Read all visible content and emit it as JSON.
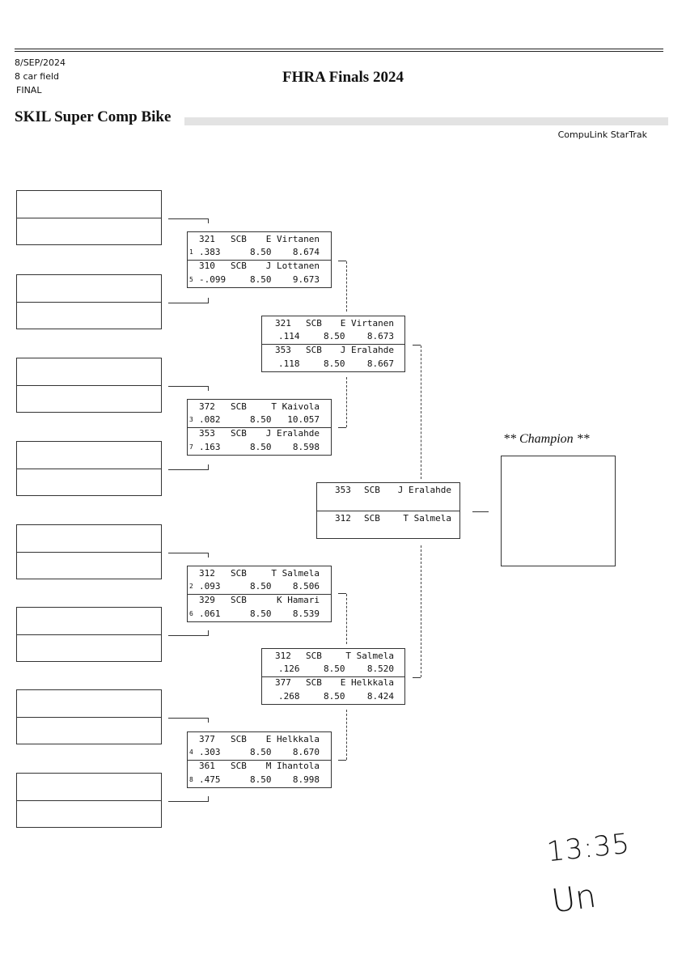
{
  "header": {
    "date": "8/SEP/2024",
    "field": "8 car field",
    "session": "FINAL",
    "event_title": "FHRA Finals 2024",
    "class_name": "SKIL Super Comp Bike",
    "system": "CompuLink StarTrak"
  },
  "bracket": {
    "round1": [
      {
        "top": {
          "number": "321",
          "class": "SCB",
          "name": "E Virtanen",
          "lane": "1",
          "reaction": ".383",
          "dial": "8.50",
          "et": "8.674"
        },
        "bottom": {
          "number": "310",
          "class": "SCB",
          "name": "J Lottanen",
          "lane": "5",
          "reaction": "-.099",
          "dial": "8.50",
          "et": "9.673"
        }
      },
      {
        "top": {
          "number": "372",
          "class": "SCB",
          "name": "T Kaivola",
          "lane": "3",
          "reaction": ".082",
          "dial": "8.50",
          "et": "10.057"
        },
        "bottom": {
          "number": "353",
          "class": "SCB",
          "name": "J Eralahde",
          "lane": "7",
          "reaction": ".163",
          "dial": "8.50",
          "et": "8.598"
        }
      },
      {
        "top": {
          "number": "312",
          "class": "SCB",
          "name": "T Salmela",
          "lane": "2",
          "reaction": ".093",
          "dial": "8.50",
          "et": "8.506"
        },
        "bottom": {
          "number": "329",
          "class": "SCB",
          "name": "K Hamari",
          "lane": "6",
          "reaction": ".061",
          "dial": "8.50",
          "et": "8.539"
        }
      },
      {
        "top": {
          "number": "377",
          "class": "SCB",
          "name": "E Helkkala",
          "lane": "4",
          "reaction": ".303",
          "dial": "8.50",
          "et": "8.670"
        },
        "bottom": {
          "number": "361",
          "class": "SCB",
          "name": "M Ihantola",
          "lane": "8",
          "reaction": ".475",
          "dial": "8.50",
          "et": "8.998"
        }
      }
    ],
    "round2": [
      {
        "top": {
          "number": "321",
          "class": "SCB",
          "name": "E Virtanen",
          "reaction": ".114",
          "dial": "8.50",
          "et": "8.673"
        },
        "bottom": {
          "number": "353",
          "class": "SCB",
          "name": "J Eralahde",
          "reaction": ".118",
          "dial": "8.50",
          "et": "8.667"
        }
      },
      {
        "top": {
          "number": "312",
          "class": "SCB",
          "name": "T Salmela",
          "reaction": ".126",
          "dial": "8.50",
          "et": "8.520"
        },
        "bottom": {
          "number": "377",
          "class": "SCB",
          "name": "E Helkkala",
          "reaction": ".268",
          "dial": "8.50",
          "et": "8.424"
        }
      }
    ],
    "final": {
      "top": {
        "number": "353",
        "class": "SCB",
        "name": "J Eralahde"
      },
      "bottom": {
        "number": "312",
        "class": "SCB",
        "name": "T Salmela"
      }
    },
    "champion_label": "** Champion **"
  },
  "handwriting": {
    "time": "13:35",
    "initials": "Un"
  }
}
